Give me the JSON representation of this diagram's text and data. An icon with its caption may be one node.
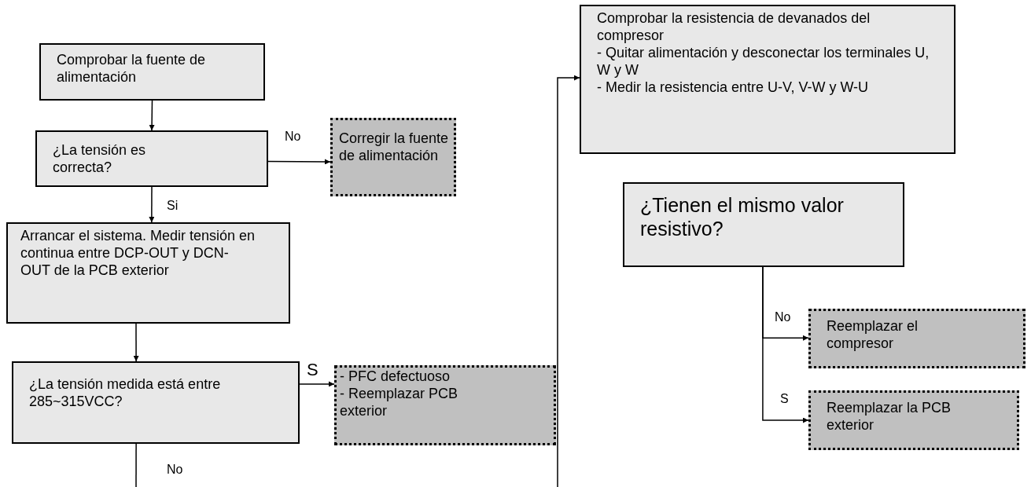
{
  "diagram": {
    "nodes": [
      {
        "text": [
          "Comprobar la fuente de alimentación"
        ]
      },
      {
        "text": [
          "¿La tensión es correcta?"
        ]
      },
      {
        "text": [
          "Corregir la fuente de alimentación"
        ]
      },
      {
        "text": [
          "Arrancar el sistema. Medir tensión en continua entre DCP-OUT y DCN-OUT de la PCB exterior"
        ]
      },
      {
        "text": [
          "¿La tensión medida está entre 285~315VCC?"
        ]
      },
      {
        "text": [
          "- PFC defectuoso",
          "- Reemplazar PCB exterior"
        ]
      },
      {
        "text": [
          "Comprobar la resistencia de devanados del compresor",
          "- Quitar alimentación y desconectar los terminales U, W y W",
          "- Medir la resistencia entre U-V, V-W y W-U"
        ]
      },
      {
        "text": [
          "¿Tienen el mismo valor resistivo?"
        ]
      },
      {
        "text": [
          "Reemplazar el compresor"
        ]
      },
      {
        "text": [
          "Reemplazar la PCB exterior"
        ]
      }
    ],
    "edges": [
      {
        "from": 0,
        "to": 1,
        "arrow": "to"
      },
      {
        "from": 1,
        "to": 2,
        "arrow": "to",
        "label": "No"
      },
      {
        "from": 1,
        "to": 3,
        "arrow": "to",
        "label": "Si"
      },
      {
        "from": 3,
        "to": 4,
        "arrow": "to"
      },
      {
        "from": 4,
        "to": 5,
        "arrow": "to",
        "label": "S"
      },
      {
        "from": 4,
        "to": null,
        "arrow": "none",
        "label": "No"
      },
      {
        "from": null,
        "to": 6,
        "arrow": "to"
      },
      {
        "from": 7,
        "to": 8,
        "arrow": "to",
        "label": "No"
      },
      {
        "from": 7,
        "to": 9,
        "arrow": "to",
        "label": "S"
      }
    ]
  }
}
